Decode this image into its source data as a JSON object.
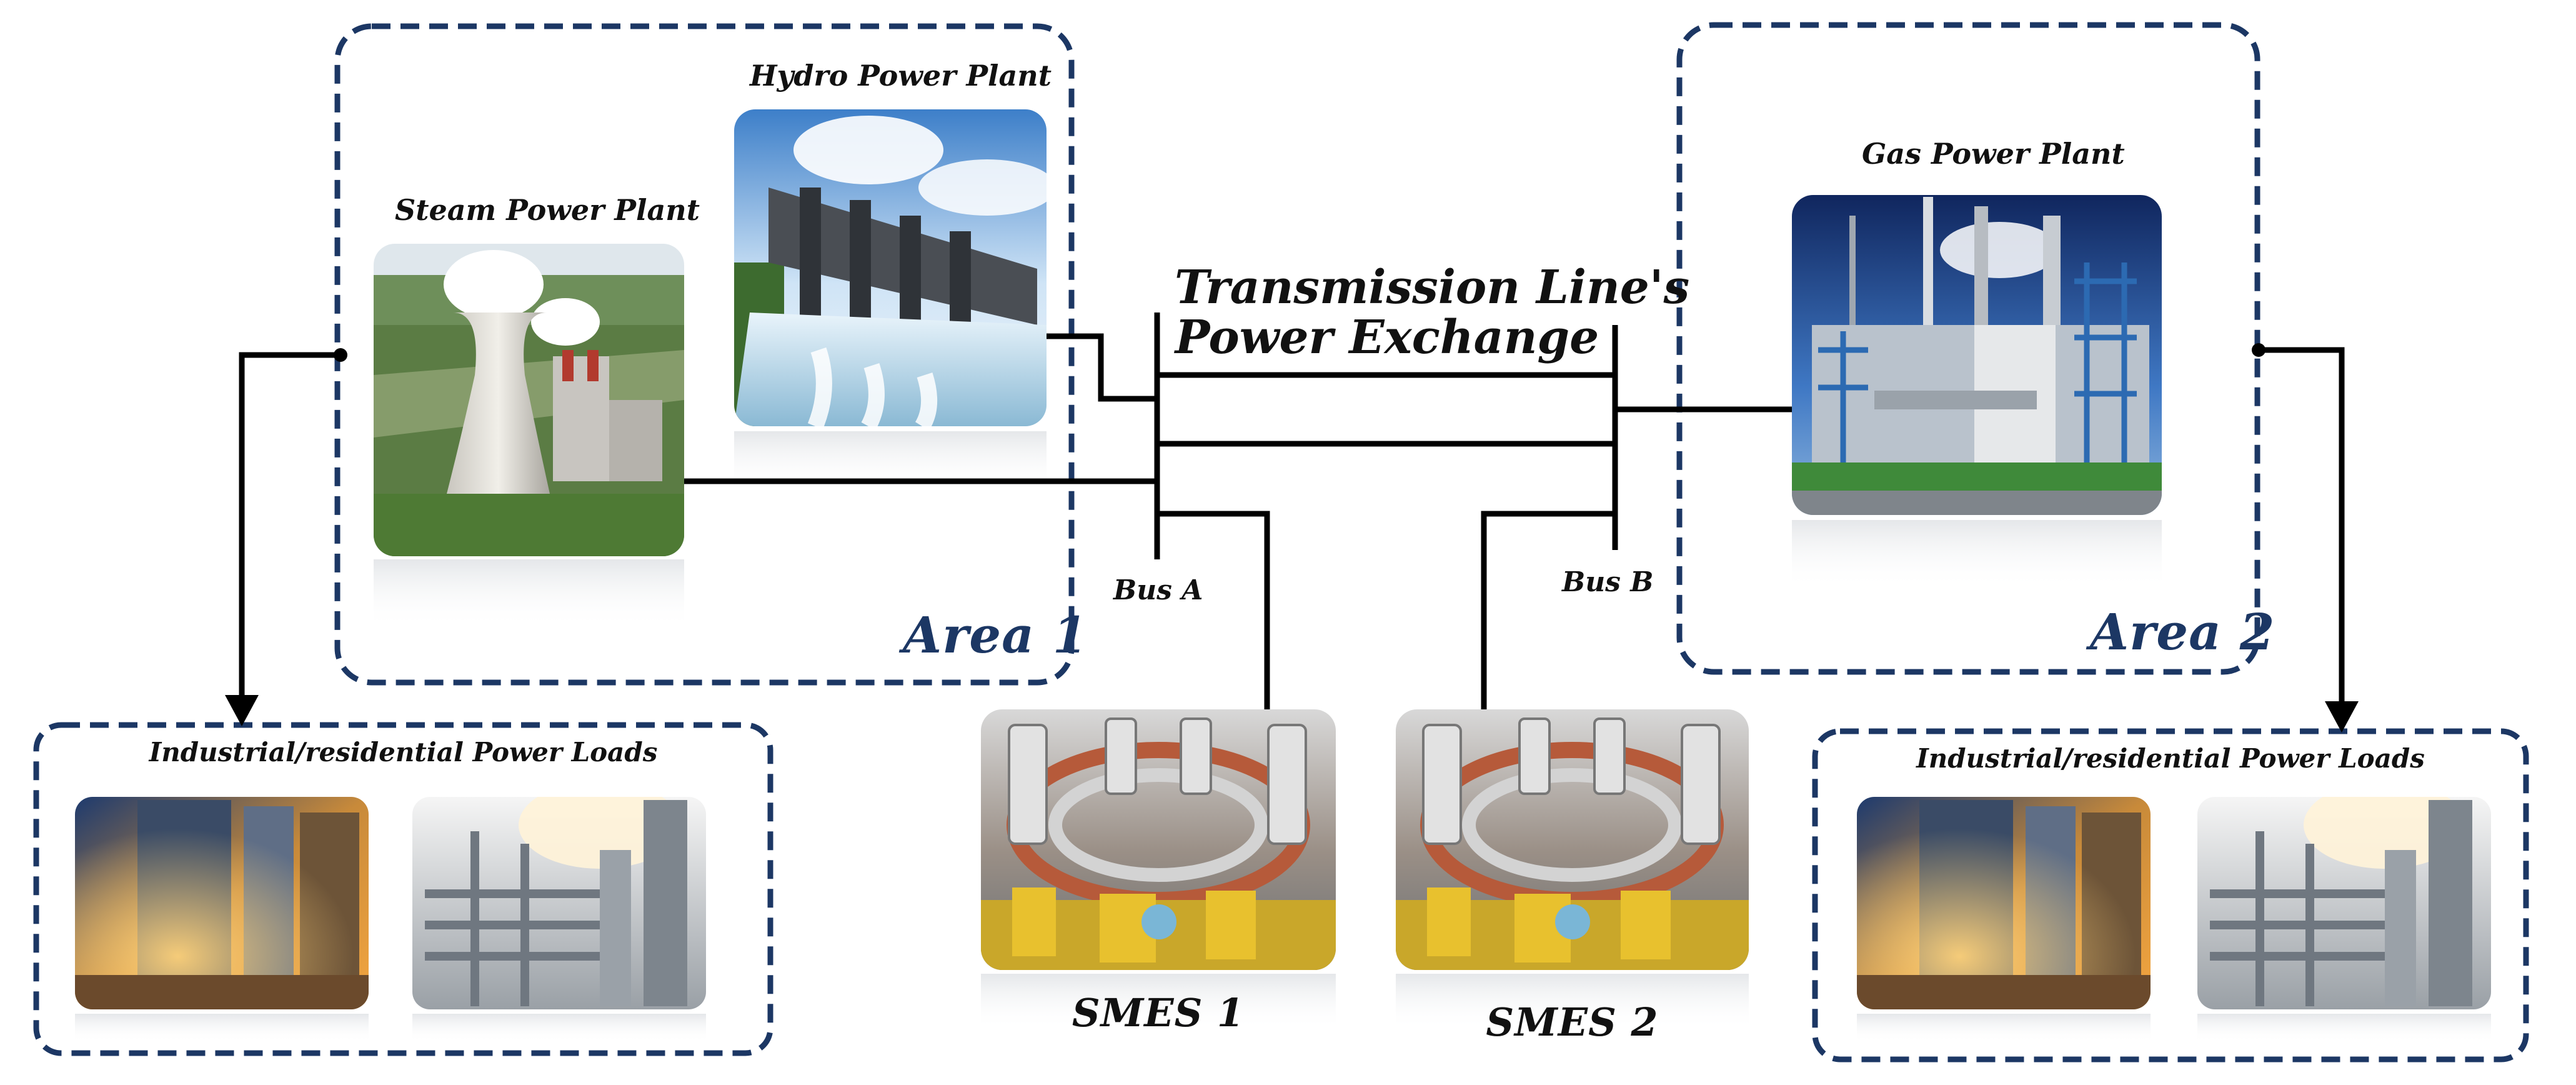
{
  "labels": {
    "hydro": "Hydro Power Plant",
    "steam": "Steam Power Plant",
    "gas": "Gas Power Plant",
    "transmission_line1": "Transmission Line's",
    "transmission_line2": "Power Exchange",
    "bus_a": "Bus A",
    "bus_b": "Bus B",
    "area1": "Area 1",
    "area2": "Area 2",
    "loads_left": "Industrial/residential Power Loads",
    "loads_right": "Industrial/residential Power Loads",
    "smes1": "SMES 1",
    "smes2": "SMES 2"
  },
  "colors": {
    "area_border": "#1c3764",
    "line": "#000000"
  }
}
